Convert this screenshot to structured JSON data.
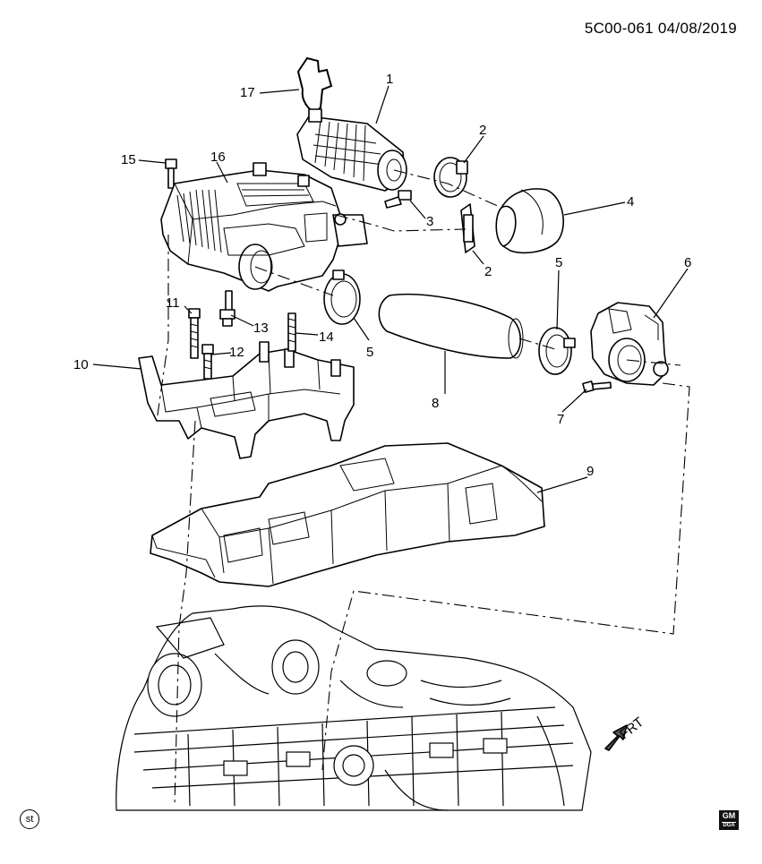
{
  "diagram": {
    "code": "5C00-061  04/08/2019",
    "callouts": [
      "1",
      "2",
      "3",
      "4",
      "2",
      "5",
      "6",
      "5",
      "7",
      "8",
      "9",
      "10",
      "11",
      "12",
      "13",
      "14",
      "15",
      "16",
      "17"
    ],
    "front_marker": "FRT",
    "st_badge": "st",
    "gm_logo": "GM",
    "gm_logo_sub": "DGA"
  }
}
